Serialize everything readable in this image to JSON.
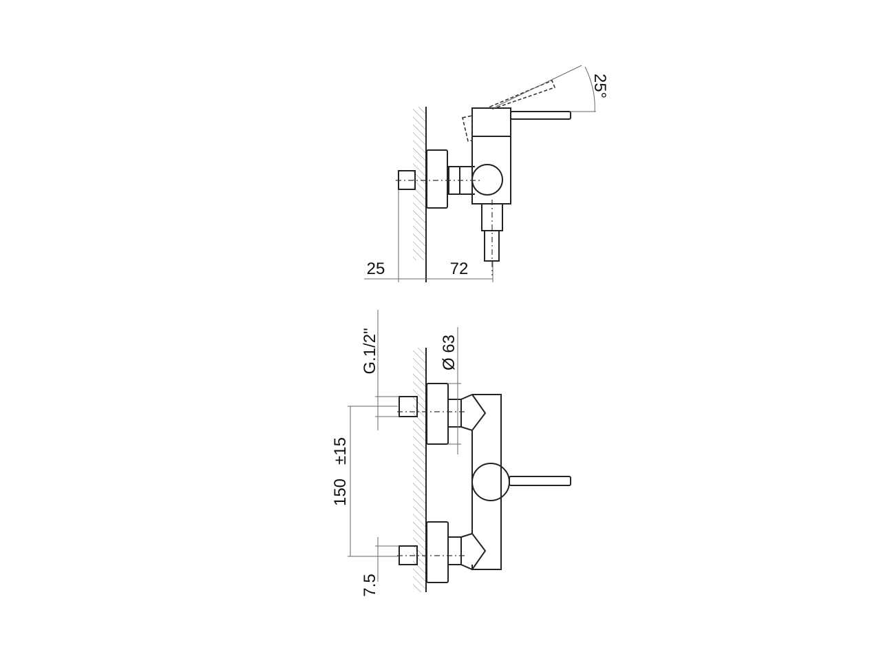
{
  "drawing": {
    "side_view": {
      "dim_wall_offset": "25",
      "dim_projection": "72",
      "dim_lever_angle": "25°"
    },
    "front_view": {
      "dim_thread": "G.1/2\"",
      "dim_diameter": "Ø 63",
      "dim_centers": "150",
      "dim_tolerance": "±15",
      "dim_offset": "7.5"
    }
  }
}
